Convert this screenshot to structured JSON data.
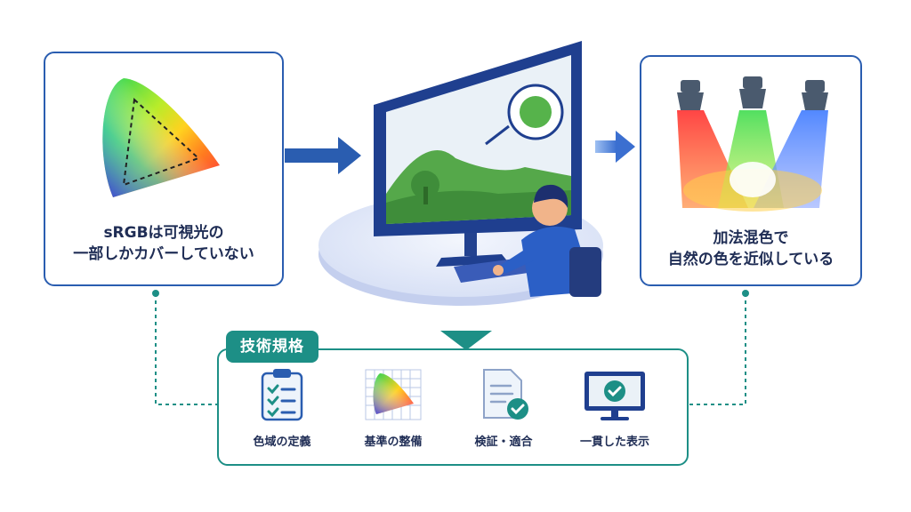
{
  "left_card": {
    "caption_lines": [
      "sRGBは可視光の",
      "一部しかカバーしていない"
    ]
  },
  "right_card": {
    "caption_lines": [
      "加法混色で",
      "自然の色を近似している"
    ]
  },
  "standards": {
    "title": "技術規格",
    "items": [
      {
        "label": "色域の定義",
        "icon": "checklist-icon"
      },
      {
        "label": "基準の整備",
        "icon": "gamut-grid-icon"
      },
      {
        "label": "検証・適合",
        "icon": "document-check-icon"
      },
      {
        "label": "一貫した表示",
        "icon": "monitor-check-icon"
      }
    ]
  },
  "colors": {
    "navy": "#2a5db0",
    "teal": "#1d8f86",
    "text": "#1f2d55",
    "light_red": "#ff3b3b",
    "light_green": "#3fdc4f",
    "light_blue": "#3f7bff"
  }
}
